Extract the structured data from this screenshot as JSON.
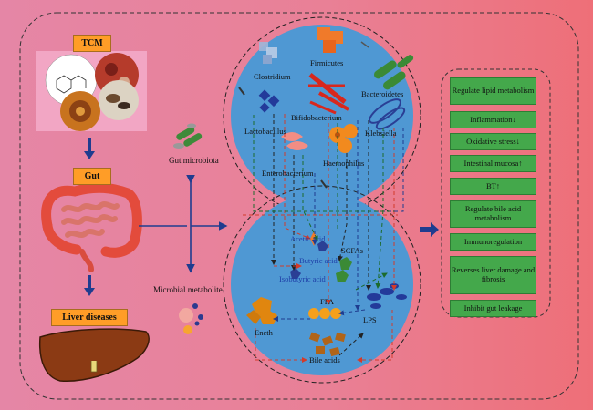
{
  "left": {
    "tcm": "TCM",
    "gut": "Gut",
    "liver_diseases": "Liver diseases"
  },
  "middle": {
    "gut_microbiota": "Gut microbiota",
    "microbial_metabolite": "Microbial metabolite"
  },
  "microbiota": {
    "clostridium": "Clostridium",
    "firmicutes": "Firmicutes",
    "bacteroidetes": "Bacteroidetes",
    "lactobacillus": "Lactobacillus",
    "bifidobacterium": "Bifidobacterium",
    "klebsiella": "Klebsiella",
    "haemophilus": "Haemophilus",
    "enterobacterium": "Enterobacterium"
  },
  "metabolites": {
    "acetic_acid": "Acetic acid",
    "butyric_acid": "Butyric acid",
    "isobutyric_acid": "Isobutyric acid",
    "scfas": "SCFAs",
    "ffa": "FFA",
    "eneth": "Eneth",
    "lps": "LPS",
    "bile_acids": "Bile acids"
  },
  "effects": [
    "Regulate lipid metabolism",
    "Inflammation↓",
    "Oxidative stress↓",
    "Intestinal mucosa↑",
    "BT↑",
    "Regulate bile acid metabolism",
    "Immunoregulation",
    "Reverses liver damage and fibrosis",
    "Inhibit gut leakage"
  ],
  "colors": {
    "circle": "#4f98d3",
    "effect_box": "#44a84b",
    "tag": "#ff9d27",
    "arrow": "#1f3c8f"
  }
}
